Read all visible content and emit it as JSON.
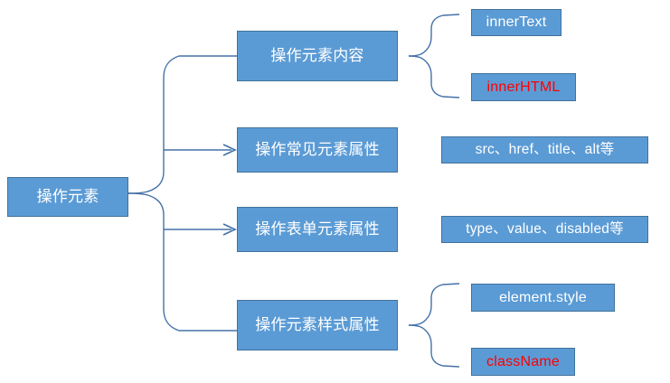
{
  "diagram": {
    "title": "操作元素",
    "type": "mind-map",
    "colors": {
      "node_fill": "#5B9BD5",
      "node_border": "#41719C",
      "node_text": "#FFFFFF",
      "highlight_text": "#FF0000",
      "connector": "#4472A8",
      "background": "#FFFFFF"
    },
    "root": {
      "label": "操作元素"
    },
    "branches": [
      {
        "label": "操作元素内容",
        "connector": "brace",
        "children": [
          {
            "label": "innerText",
            "highlight": false
          },
          {
            "label": "innerHTML",
            "highlight": true
          }
        ]
      },
      {
        "label": "操作常见元素属性",
        "connector": "arrow",
        "children": [
          {
            "label": "src、href、title、alt等",
            "highlight": false
          }
        ]
      },
      {
        "label": "操作表单元素属性",
        "connector": "arrow",
        "children": [
          {
            "label": "type、value、disabled等",
            "highlight": false
          }
        ]
      },
      {
        "label": "操作元素样式属性",
        "connector": "brace",
        "children": [
          {
            "label": "element.style",
            "highlight": false
          },
          {
            "label": "className",
            "highlight": true
          }
        ]
      }
    ]
  }
}
